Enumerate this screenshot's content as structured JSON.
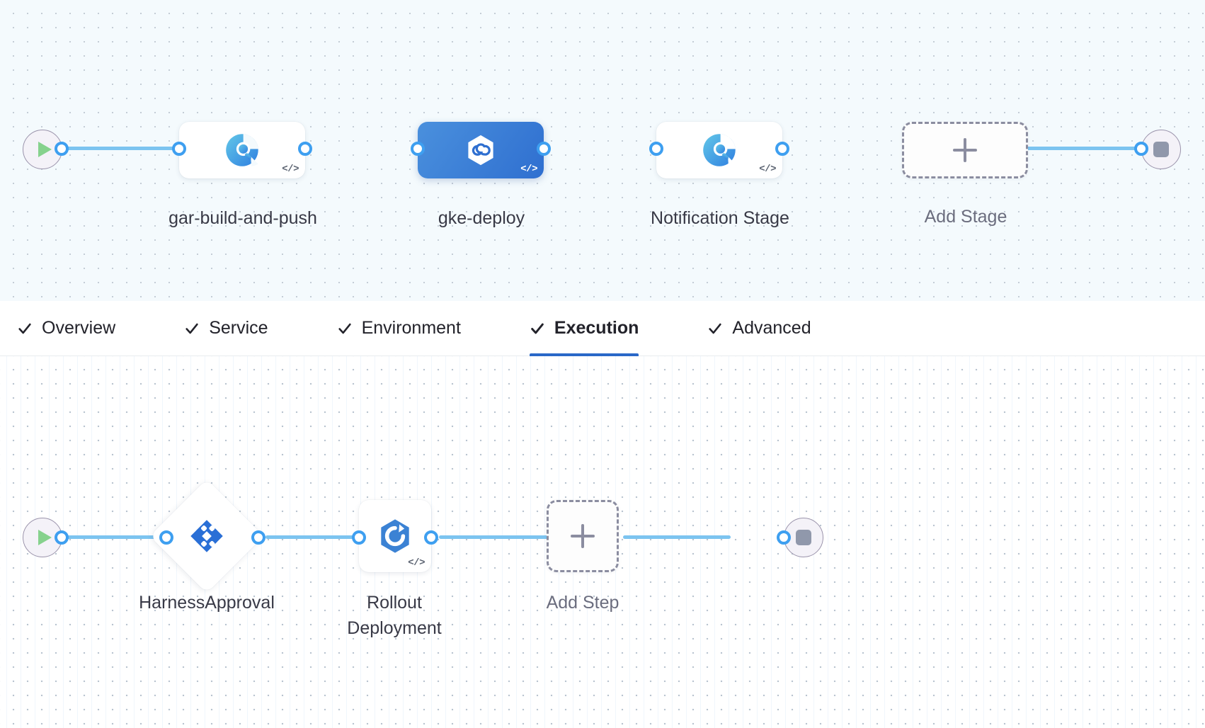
{
  "app": {
    "name": "pipeline-studio-canvas"
  },
  "stage_graph": {
    "name": "pipeline-stages",
    "start_node": {
      "name": "start-node",
      "icon": "play-icon"
    },
    "end_node": {
      "name": "end-node",
      "icon": "stop-icon"
    },
    "nodes": [
      {
        "id": "gar-build-and-push",
        "label": "gar-build-and-push",
        "type": "ci-build-stage",
        "icon": "ci-build-icon",
        "selected": false,
        "has_code_badge": true,
        "badge": "</>"
      },
      {
        "id": "gke-deploy",
        "label": "gke-deploy",
        "type": "cd-deploy-stage",
        "icon": "cd-deploy-hexagon-icon",
        "selected": true,
        "has_code_badge": true,
        "badge": "</>"
      },
      {
        "id": "notification-stage",
        "label": "Notification Stage",
        "type": "ci-build-stage",
        "icon": "ci-build-icon",
        "selected": false,
        "has_code_badge": true,
        "badge": "</>"
      }
    ],
    "add_stage": {
      "label": "Add Stage",
      "icon": "plus-icon"
    }
  },
  "tabs": {
    "name": "stage-config-tabs",
    "items": [
      {
        "id": "overview",
        "label": "Overview",
        "completed": true,
        "active": false,
        "icon": "check-icon"
      },
      {
        "id": "service",
        "label": "Service",
        "completed": true,
        "active": false,
        "icon": "check-icon"
      },
      {
        "id": "environment",
        "label": "Environment",
        "completed": true,
        "active": false,
        "icon": "check-icon"
      },
      {
        "id": "execution",
        "label": "Execution",
        "completed": true,
        "active": true,
        "icon": "check-icon"
      },
      {
        "id": "advanced",
        "label": "Advanced",
        "completed": true,
        "active": false,
        "icon": "check-icon"
      }
    ],
    "active_id": "execution"
  },
  "step_graph": {
    "name": "execution-steps",
    "start_node": {
      "name": "start-node",
      "icon": "play-icon"
    },
    "end_node": {
      "name": "end-node",
      "icon": "stop-icon"
    },
    "nodes": [
      {
        "id": "harness-approval",
        "label": "HarnessApproval",
        "type": "approval-step",
        "shape": "diamond",
        "icon": "harness-approval-icon",
        "has_code_badge": false,
        "badge": ""
      },
      {
        "id": "rollout-deployment",
        "label": "Rollout Deployment",
        "type": "k8s-rollout-step",
        "shape": "square",
        "icon": "k8s-rollout-icon",
        "has_code_badge": true,
        "badge": "</>"
      }
    ],
    "add_step": {
      "label": "Add Step",
      "icon": "plus-icon"
    }
  },
  "colors": {
    "edge": "#7cc4f0",
    "port_ring": "#3e9ff0",
    "selected_node": "#2f6fd0",
    "active_tab_underline": "#2a68c8",
    "stage_canvas_bg": "#f4fafd",
    "step_canvas_bg": "#ffffff",
    "label_text": "#383946",
    "muted_text": "#6b6d7e",
    "start_play": "#86d28d",
    "end_stop": "#9098ab",
    "dashed_border": "#8b8da0"
  }
}
